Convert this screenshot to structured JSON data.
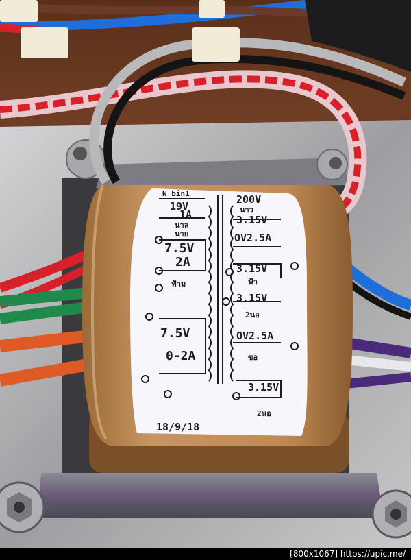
{
  "photo": {
    "label": {
      "left": {
        "top": "N bin1",
        "w1_volt": "19V",
        "w1_amp": "1A",
        "w1_tag": "นาล",
        "w1_tag2": "นาย",
        "w2_volt": "7.5V",
        "w2_amp": "2A",
        "w2_tag": "ฟ้าม",
        "w3_volt": "7.5V",
        "w3_amp": "0-2A"
      },
      "right": {
        "top": "200V",
        "t1": "นาว",
        "v1": "3.15V",
        "v2": "OV2.5A",
        "v3": "3.15V",
        "t2": "ฟ้า",
        "v4": "3.15V",
        "t3": "2นอ",
        "v5": "OV2.5A",
        "t4": "ขอ",
        "v6": "3.15V",
        "t5": "2นอ"
      },
      "date": "18/9/18"
    },
    "watermark": "[800x1067] https://upic.me/"
  },
  "colors": {
    "wood": "#6b3a22",
    "metal": "#b8b8ba",
    "kraft": "#b8844e",
    "label": "#f7f7fb",
    "wire_red": "#d7202a",
    "wire_green": "#1f8a4c",
    "wire_orange": "#e05a25",
    "wire_blue": "#1e6fd9",
    "wire_purple": "#4a2a7a",
    "wire_gray": "#b9b9bc",
    "wire_black": "#141414"
  }
}
